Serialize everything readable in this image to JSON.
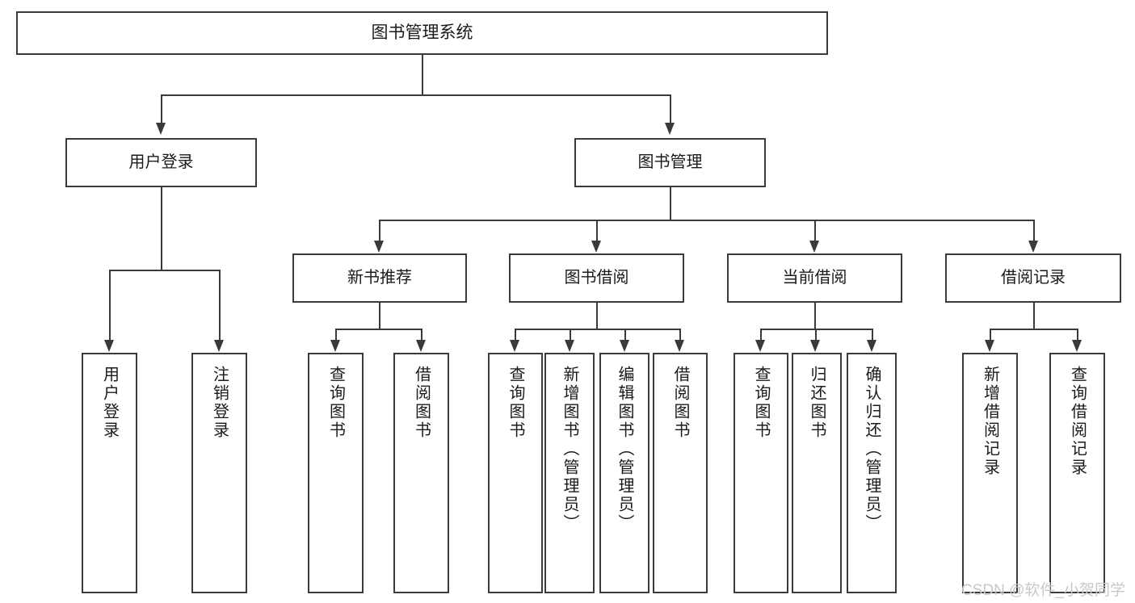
{
  "diagram": {
    "type": "tree",
    "title": "图书管理系统",
    "root": {
      "label": "图书管理系统"
    },
    "level2": [
      {
        "label": "用户登录"
      },
      {
        "label": "图书管理"
      }
    ],
    "level3": [
      {
        "label": "新书推荐"
      },
      {
        "label": "图书借阅"
      },
      {
        "label": "当前借阅"
      },
      {
        "label": "借阅记录"
      }
    ],
    "leaves": {
      "user_login": [
        {
          "label": "用户登录"
        },
        {
          "label": "注销登录"
        }
      ],
      "new_book_recommend": [
        {
          "label": "查询图书"
        },
        {
          "label": "借阅图书"
        }
      ],
      "book_borrow": [
        {
          "label": "查询图书"
        },
        {
          "label": "新增图书（管理员）"
        },
        {
          "label": "编辑图书（管理员）"
        },
        {
          "label": "借阅图书"
        }
      ],
      "current_borrow": [
        {
          "label": "查询图书"
        },
        {
          "label": "归还图书"
        },
        {
          "label": "确认归还（管理员）"
        }
      ],
      "borrow_record": [
        {
          "label": "新增借阅记录"
        },
        {
          "label": "查询借阅记录"
        }
      ]
    }
  },
  "watermark": {
    "text": "CSDN @软件_小贺同学"
  },
  "colors": {
    "stroke": "#3a3a3a",
    "background": "#ffffff",
    "text": "#1a1a1a",
    "watermark": "#c8c8c8"
  }
}
